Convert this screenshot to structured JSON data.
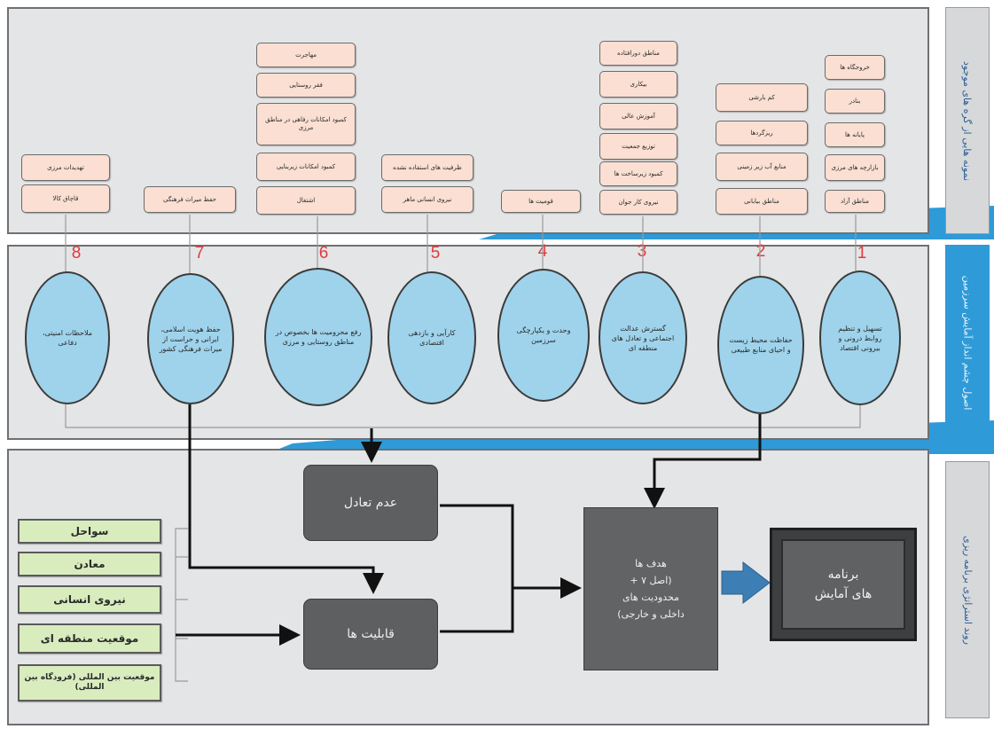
{
  "side_labels": {
    "top": "نمونه هایی از گره های موجود",
    "middle": "اصول چشم انداز آمایش سرزمین",
    "bottom": "روند استراتژی برنامه ریزی"
  },
  "principles": [
    {
      "num": "1",
      "text": "تسهیل و تنظیم روابط درونی و بیرونی اقتصاد",
      "issues": [
        "خروجگاه ها",
        "بنادر",
        "پایانه ها",
        "بازارچه های مرزی",
        "مناطق آزاد"
      ]
    },
    {
      "num": "2",
      "text": "حفاظت محیط زیست و احیای منابع طبیعی",
      "issues": [
        "کم بارشی",
        "ریزگردها",
        "منابع آب زیر زمینی",
        "مناطق بیابانی"
      ]
    },
    {
      "num": "3",
      "text": "گسترش عدالت اجتماعی و تعادل های منطقه ای",
      "issues": [
        "مناطق دورافتاده",
        "بیکاری",
        "آموزش عالی",
        "توزیع جمعیت",
        "کمبود زیرساخت ها",
        "نیروی کار جوان"
      ]
    },
    {
      "num": "4",
      "text": "وحدت و یکپارچگی سرزمین",
      "issues": [
        "قومیت ها"
      ]
    },
    {
      "num": "5",
      "text": "کارآیی و بازدهی اقتصادی",
      "issues": [
        "ظرفیت های استفاده نشده",
        "نیروی انسانی ماهر"
      ]
    },
    {
      "num": "6",
      "text": "رفع محرومیت ها بخصوص در مناطق روستایی و مرزی",
      "issues": [
        "مهاجرت",
        "فقر روستایی",
        "کمبود امکانات رفاهی در مناطق مرزی",
        "کمبود امکانات زیربنایی",
        "اشتغال"
      ]
    },
    {
      "num": "7",
      "text": "حفظ هویت اسلامی، ایرانی و حراست از میراث فرهنگی کشور",
      "issues": [
        "حفظ میراث فرهنگی"
      ]
    },
    {
      "num": "8",
      "text": "ملاحظات امنیتی، دفاعی",
      "issues": [
        "تهدیدات مرزی",
        "قاچاق کالا"
      ]
    }
  ],
  "resources": [
    "سواحل",
    "معادن",
    "نیروی انسانی",
    "موقعیت منطقه ای",
    "موقعیت بین المللی (فرودگاه بین المللی)"
  ],
  "process": {
    "imbalance": "عدم تعادل",
    "capabilities": "قابلیت ها",
    "goals": "هدف ها\n(اصل ۷ +\nمحدودیت های\nداخلی و خارجی)",
    "program": "برنامه\nهای آمایش"
  },
  "colors": {
    "panel_bg": "#e4e5e6",
    "accent_blue": "#2e9ad8",
    "issue_box": "#fadfd2",
    "principle_ellipse": "#9fd3ec",
    "resource_box": "#d9ecbe",
    "process_box": "#5e5f61",
    "program_box": "#3e3f41",
    "arrow_blue": "#3d7fb5",
    "number_red": "#e03b3b"
  }
}
